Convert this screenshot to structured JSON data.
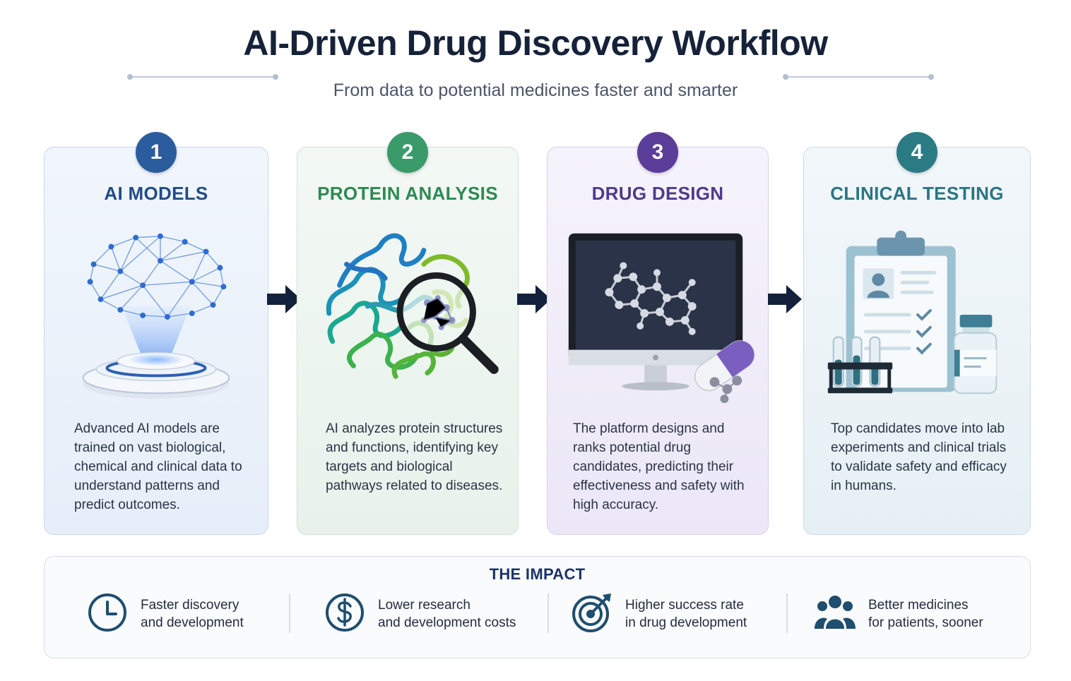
{
  "header": {
    "title": "AI-Driven Drug Discovery Workflow",
    "subtitle": "From data to potential medicines faster and smarter"
  },
  "steps": [
    {
      "number": "1",
      "title": "AI MODELS",
      "description": "Advanced AI models are trained on vast biological, chemical and clinical data to understand patterns and predict outcomes.",
      "icon": "neural-brain-hologram-icon",
      "color": "#2b5d9e"
    },
    {
      "number": "2",
      "title": "PROTEIN ANALYSIS",
      "description": "AI analyzes protein structures and functions, identifying key targets and biological pathways related to diseases.",
      "icon": "protein-magnifier-icon",
      "color": "#3a9a6a"
    },
    {
      "number": "3",
      "title": "DRUG DESIGN",
      "description": "The platform designs and ranks potential drug candidates, predicting their effectiveness and safety with high accuracy.",
      "icon": "monitor-molecule-capsule-icon",
      "color": "#5b3d9a"
    },
    {
      "number": "4",
      "title": "CLINICAL TESTING",
      "description": "Top candidates move into lab experiments and clinical trials to validate safety and efficacy in humans.",
      "icon": "clipboard-testtubes-vial-icon",
      "color": "#2b7b85"
    }
  ],
  "impact": {
    "title": "THE IMPACT",
    "items": [
      {
        "text": "Faster discovery\nand development",
        "icon": "clock-icon"
      },
      {
        "text": "Lower research\nand development costs",
        "icon": "dollar-icon"
      },
      {
        "text": "Higher success rate\nin drug development",
        "icon": "target-icon"
      },
      {
        "text": "Better medicines\nfor patients, sooner",
        "icon": "people-icon"
      }
    ]
  },
  "colors": {
    "title": "#152238",
    "arrow": "#14213d",
    "impact_icon": "#1f4e6e"
  }
}
